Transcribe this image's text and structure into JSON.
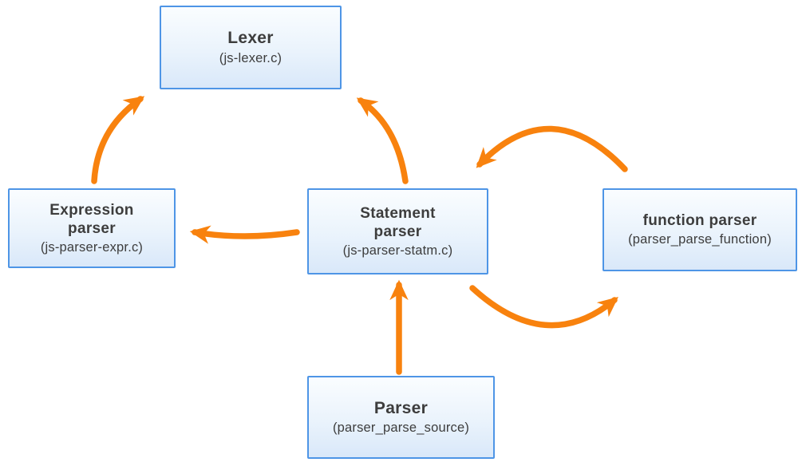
{
  "diagram": {
    "description": "Parser architecture diagram",
    "nodes": {
      "lexer": {
        "title": "Lexer",
        "subtitle": "(js-lexer.c)"
      },
      "expression_parser": {
        "title": "Expression parser",
        "subtitle": "(js-parser-expr.c)"
      },
      "statement_parser": {
        "title": "Statement parser",
        "subtitle": "(js-parser-statm.c)"
      },
      "function_parser": {
        "title": "function parser",
        "subtitle": "(parser_parse_function)"
      },
      "parser": {
        "title": "Parser",
        "subtitle": "(parser_parse_source)"
      }
    },
    "edges": [
      {
        "from": "expression_parser",
        "to": "lexer",
        "style": "curved"
      },
      {
        "from": "statement_parser",
        "to": "lexer",
        "style": "curved"
      },
      {
        "from": "statement_parser",
        "to": "expression_parser",
        "style": "curved"
      },
      {
        "from": "function_parser",
        "to": "statement_parser",
        "style": "arc-over"
      },
      {
        "from": "statement_parser",
        "to": "function_parser",
        "style": "arc-under"
      },
      {
        "from": "parser",
        "to": "statement_parser",
        "style": "straight"
      }
    ],
    "colors": {
      "arrow": "#F8820E",
      "node_border": "#4e95e6",
      "node_fill_top": "#fafdff",
      "node_fill_bottom": "#d9e8f9",
      "text": "#3d3d3d",
      "background": "#ffffff"
    }
  }
}
